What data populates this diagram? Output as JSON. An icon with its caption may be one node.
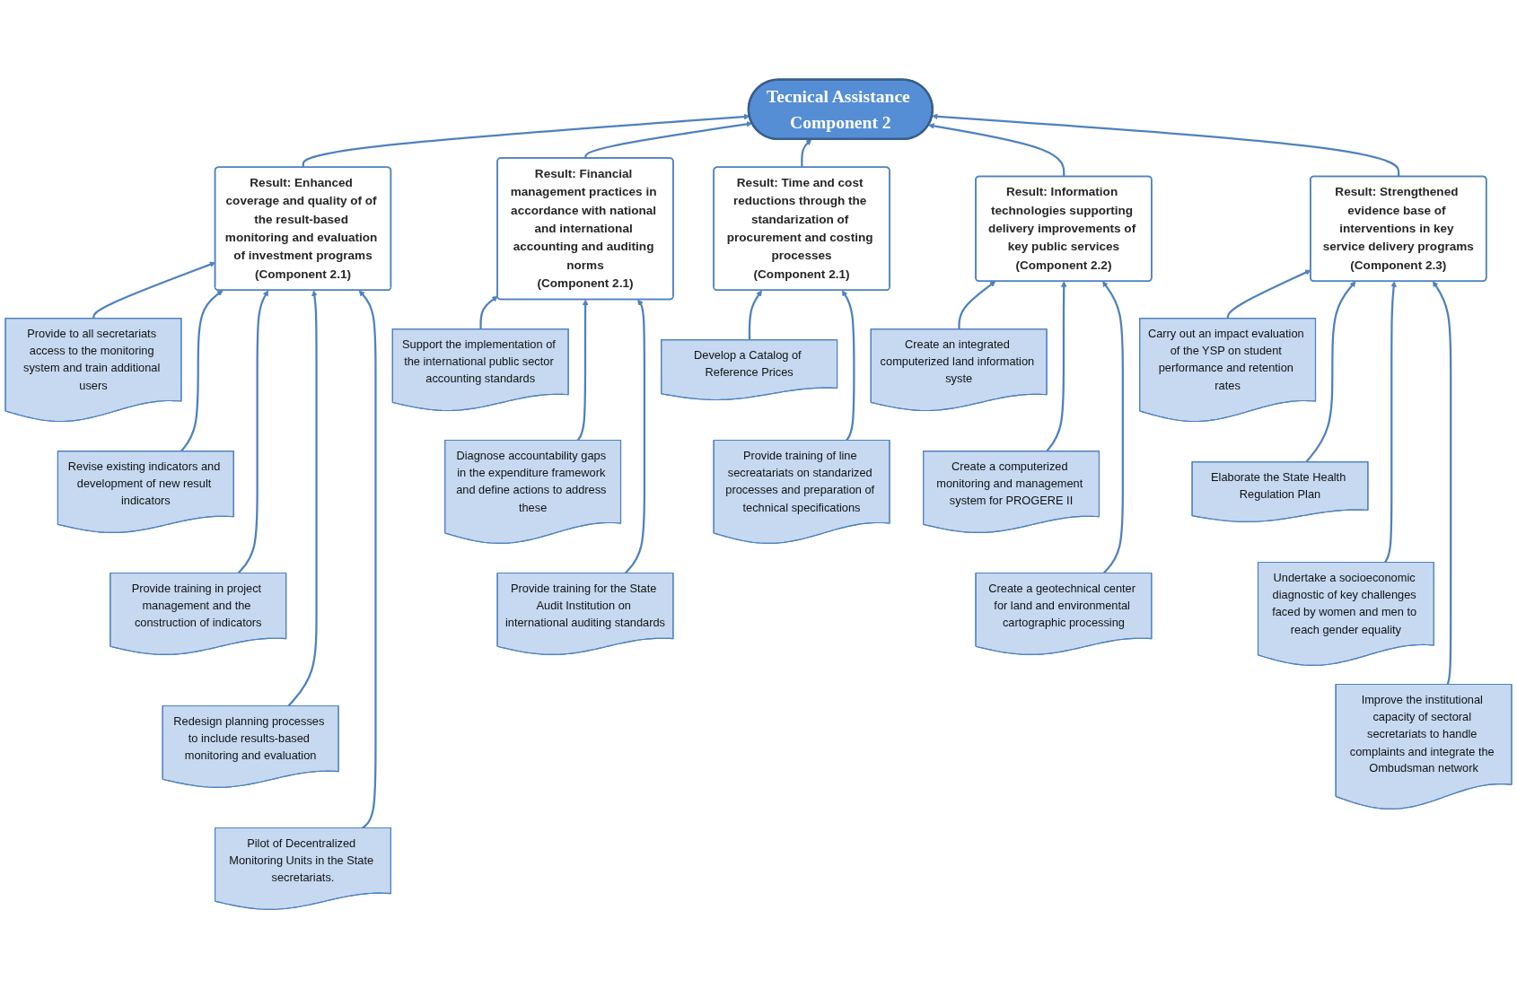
{
  "diagram": {
    "nodes": [
      {
        "text": [
          "Tecnical Assistance Component 2"
        ]
      },
      {
        "text": [
          "Result: Enhanced coverage and quality of of the result-based monitoring and evaluation of investment programs",
          "(Component 2.1)"
        ]
      },
      {
        "text": [
          "Result: Financial management practices in accordance with national and international accounting and auditing norms",
          "(Component 2.1)"
        ]
      },
      {
        "text": [
          "Result: Time and cost reductions through the standarization of procurement and costing processes",
          "(Component 2.1)"
        ]
      },
      {
        "text": [
          "Result: Information technologies supporting delivery improvements of key public services",
          "(Component 2.2)"
        ]
      },
      {
        "text": [
          "Result: Strengthened evidence base of interventions in key service delivery programs",
          "(Component 2.3)"
        ]
      },
      {
        "text": [
          "Provide to all secretariats access to the monitoring system and train additional users"
        ]
      },
      {
        "text": [
          "Revise existing indicators and development of new result indicators"
        ]
      },
      {
        "text": [
          "Provide training in project management and the construction of indicators"
        ]
      },
      {
        "text": [
          "Redesign planning processes to include results-based monitoring and evaluation"
        ]
      },
      {
        "text": [
          "Pilot of Decentralized Monitoring Units in the State secretariats."
        ]
      },
      {
        "text": [
          "Support the implementation of the international public sector accounting standards"
        ]
      },
      {
        "text": [
          "Diagnose accountability gaps in the expenditure framework and define actions to address these"
        ]
      },
      {
        "text": [
          "Provide training for the State Audit Institution on international auditing standards"
        ]
      },
      {
        "text": [
          "Develop a Catalog of Reference Prices"
        ]
      },
      {
        "text": [
          "Provide training of line secreatariats on standarized processes and preparation of technical specifications"
        ]
      },
      {
        "text": [
          "Create an integrated computerized land information syste"
        ]
      },
      {
        "text": [
          "Create a computerized monitoring and management system for PROGERE II"
        ]
      },
      {
        "text": [
          "Create a geotechnical center for land and environmental cartographic processing"
        ]
      },
      {
        "text": [
          "Carry out an impact evaluation of the YSP on student performance and retention rates"
        ]
      },
      {
        "text": [
          "Elaborate the State Health Regulation Plan"
        ]
      },
      {
        "text": [
          "Undertake a socioeconomic diagnostic of key challenges faced by women and men to reach gender equality"
        ]
      },
      {
        "text": [
          "Improve the institutional capacity of sectoral secretariats to handle complaints and integrate the Ombudsman network"
        ]
      }
    ],
    "edges": [
      {
        "from": 1,
        "to": 0,
        "arrow": "to"
      },
      {
        "from": 2,
        "to": 0,
        "arrow": "to"
      },
      {
        "from": 3,
        "to": 0,
        "arrow": "to"
      },
      {
        "from": 4,
        "to": 0,
        "arrow": "to"
      },
      {
        "from": 5,
        "to": 0,
        "arrow": "to"
      },
      {
        "from": 6,
        "to": 1,
        "arrow": "to"
      },
      {
        "from": 7,
        "to": 1,
        "arrow": "to"
      },
      {
        "from": 8,
        "to": 1,
        "arrow": "to"
      },
      {
        "from": 9,
        "to": 1,
        "arrow": "to"
      },
      {
        "from": 10,
        "to": 1,
        "arrow": "to"
      },
      {
        "from": 11,
        "to": 2,
        "arrow": "to"
      },
      {
        "from": 12,
        "to": 2,
        "arrow": "to"
      },
      {
        "from": 13,
        "to": 2,
        "arrow": "to"
      },
      {
        "from": 14,
        "to": 3,
        "arrow": "to"
      },
      {
        "from": 15,
        "to": 3,
        "arrow": "to"
      },
      {
        "from": 16,
        "to": 4,
        "arrow": "to"
      },
      {
        "from": 17,
        "to": 4,
        "arrow": "to"
      },
      {
        "from": 18,
        "to": 4,
        "arrow": "to"
      },
      {
        "from": 19,
        "to": 5,
        "arrow": "to"
      },
      {
        "from": 20,
        "to": 5,
        "arrow": "to"
      },
      {
        "from": 21,
        "to": 5,
        "arrow": "to"
      },
      {
        "from": 22,
        "to": 5,
        "arrow": "to"
      }
    ]
  }
}
